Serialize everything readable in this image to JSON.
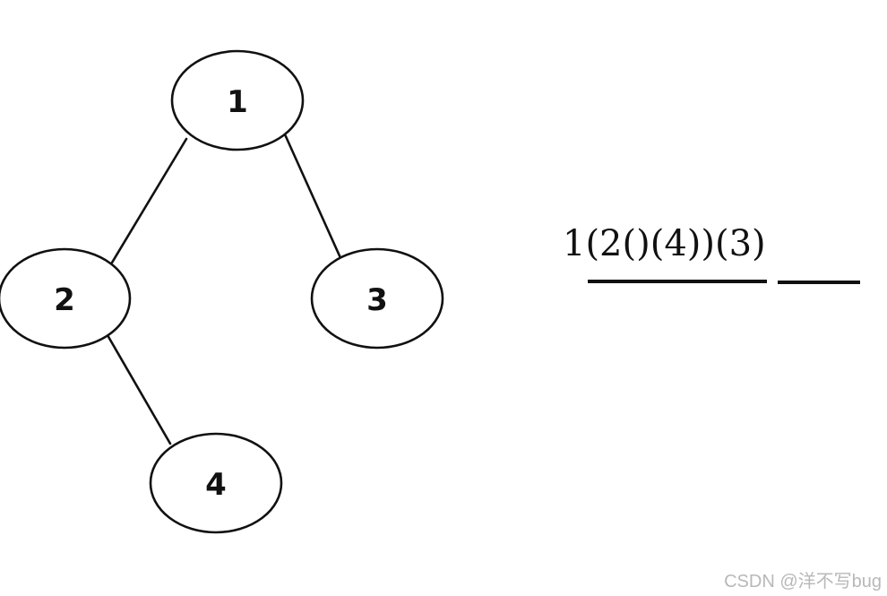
{
  "tree": {
    "nodes": [
      {
        "id": "1",
        "label": "1"
      },
      {
        "id": "2",
        "label": "2"
      },
      {
        "id": "3",
        "label": "3"
      },
      {
        "id": "4",
        "label": "4"
      }
    ],
    "edges": [
      {
        "from": "1",
        "to": "2"
      },
      {
        "from": "1",
        "to": "3"
      },
      {
        "from": "2",
        "to": "4"
      }
    ]
  },
  "notation": {
    "text": "1(2()(4))(3)"
  },
  "watermark": {
    "text": "CSDN @洋不写bug"
  }
}
